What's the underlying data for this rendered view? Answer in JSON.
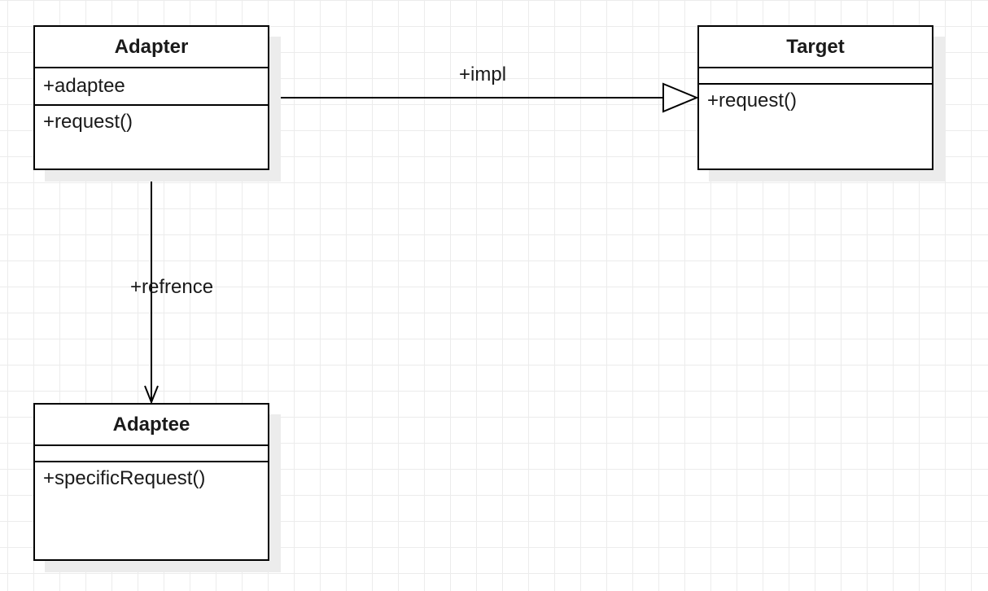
{
  "classes": {
    "adapter": {
      "name": "Adapter",
      "attributes": [
        "+adaptee"
      ],
      "operations": [
        "+request()"
      ]
    },
    "target": {
      "name": "Target",
      "attributes": [],
      "operations": [
        "+request()"
      ]
    },
    "adaptee": {
      "name": "Adaptee",
      "attributes": [],
      "operations": [
        "+specificRequest()"
      ]
    }
  },
  "relations": {
    "impl": {
      "label": "+impl",
      "from": "Adapter",
      "to": "Target",
      "kind": "realization"
    },
    "reference": {
      "label": "+refrence",
      "from": "Adapter",
      "to": "Adaptee",
      "kind": "association"
    }
  },
  "colors": {
    "line": "#000000",
    "grid": "#ececec",
    "shadow": "#ececec"
  }
}
